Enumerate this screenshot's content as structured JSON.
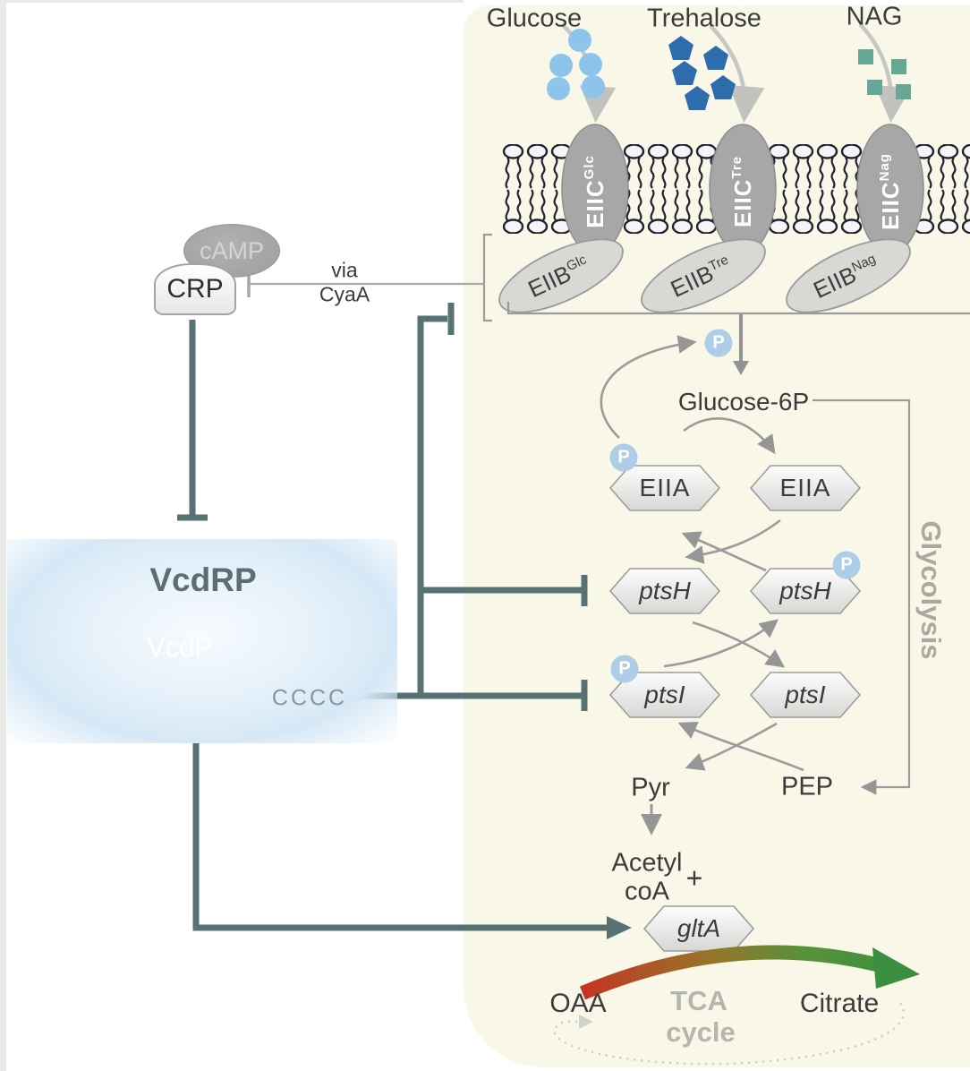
{
  "sugars": {
    "glucose": "Glucose",
    "trehalose": "Trehalose",
    "nag": "NAG"
  },
  "membrane": {
    "eiic_base": "EIIC",
    "eiib_base": "EIIB",
    "sup_glc": "Glc",
    "sup_tre": "Tre",
    "sup_nag": "Nag"
  },
  "regulation": {
    "camp": "cAMP",
    "crp": "CRP",
    "via_line1": "via",
    "via_line2": "CyaA"
  },
  "vcdrp": {
    "title": "VcdRP",
    "peptide": "VcdP",
    "motif": "CCCC"
  },
  "pts": {
    "glucose6p": "Glucose-6P",
    "eiia": "EIIA",
    "ptsh": "ptsH",
    "ptsi": "ptsI",
    "phospho": "P",
    "pyruvate": "Pyr",
    "pep": "PEP",
    "glycolysis": "Glycolysis"
  },
  "metabolism": {
    "acetyl_line1": "Acetyl",
    "acetyl_line2": "coA",
    "plus": "+",
    "glta": "gltA",
    "oaa": "OAA",
    "tca_line1": "TCA",
    "tca_line2": "cycle",
    "citrate": "Citrate"
  },
  "colors": {
    "glucose": "#8cc4ec",
    "trehalose": "#2e6dad",
    "nag": "#68a795",
    "phosphate": "#aecde6",
    "inhibition_teal": "#567272",
    "panel_yellow": "#f9f7e7",
    "vcdp_box": "#8d9aa3",
    "vcdrp_halo": "#d6e8f6",
    "tca_red": "#c43424",
    "tca_green": "#3a9040"
  }
}
